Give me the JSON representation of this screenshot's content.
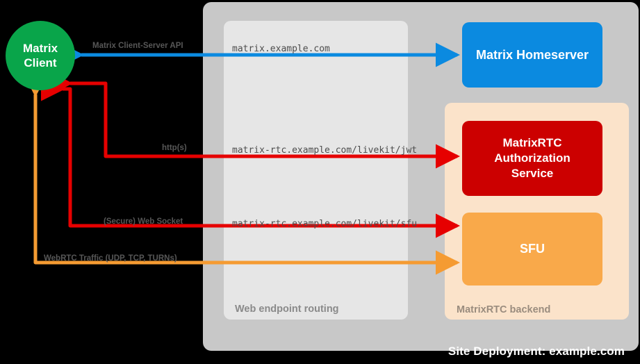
{
  "diagram": {
    "title": "Site Deployment: example.com",
    "colors": {
      "background": "#000000",
      "site_container": "#c8c8c8",
      "routing_panel": "#e6e6e6",
      "backend_panel": "#fbe3ca",
      "client": "#09a54a",
      "homeserver": "#0b8ae0",
      "auth_service": "#cc0000",
      "sfu": "#f9a94a",
      "arrow_blue": "#0b8ae0",
      "arrow_red": "#e60000",
      "arrow_orange": "#f59b32"
    }
  },
  "groups": {
    "routing": {
      "title": "Web endpoint routing"
    },
    "backend": {
      "title": "MatrixRTC backend"
    }
  },
  "nodes": {
    "client": {
      "line1": "Matrix",
      "line2": "Client"
    },
    "homeserver": {
      "label": "Matrix Homeserver"
    },
    "auth": {
      "line1": "MatrixRTC",
      "line2": "Authorization",
      "line3": "Service"
    },
    "sfu": {
      "label": "SFU"
    }
  },
  "edges": [
    {
      "id": "client-server-api",
      "protocol": "Matrix Client-Server API",
      "route": "matrix.example.com",
      "color": "#0b8ae0",
      "direction": "bidirectional",
      "from": "client",
      "to": "homeserver"
    },
    {
      "id": "jwt-auth",
      "protocol": "http(s)",
      "route": "matrix-rtc.example.com/livekit/jwt",
      "color": "#e60000",
      "direction": "bidirectional",
      "from": "client",
      "to": "auth"
    },
    {
      "id": "sfu-websocket",
      "protocol": "(Secure) Web Socket",
      "route": "matrix-rtc.example.com/livekit/sfu",
      "color": "#e60000",
      "direction": "bidirectional",
      "from": "client",
      "to": "sfu"
    },
    {
      "id": "webrtc-media",
      "protocol": "WebRTC Traffic (UDP, TCP, TURNs)",
      "route": "",
      "color": "#f59b32",
      "direction": "bidirectional",
      "from": "client",
      "to": "sfu"
    }
  ]
}
